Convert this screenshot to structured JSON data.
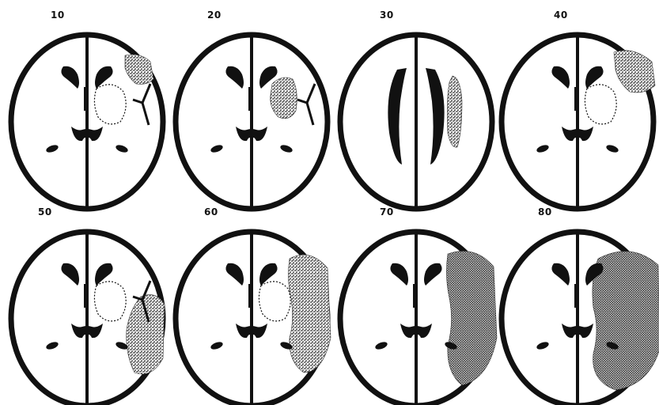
{
  "figure": {
    "panels": [
      {
        "label": "10",
        "lesion": "small-frontal",
        "ventricle_style": "standard"
      },
      {
        "label": "20",
        "lesion": "deep-insular",
        "ventricle_style": "standard"
      },
      {
        "label": "30",
        "lesion": "periventricular",
        "ventricle_style": "body"
      },
      {
        "label": "40",
        "lesion": "frontal-cortical",
        "ventricle_style": "standard"
      },
      {
        "label": "50",
        "lesion": "temporal-posterior",
        "ventricle_style": "standard"
      },
      {
        "label": "60",
        "lesion": "fronto-temporal",
        "ventricle_style": "standard"
      },
      {
        "label": "70",
        "lesion": "large-lateral",
        "ventricle_style": "standard"
      },
      {
        "label": "80",
        "lesion": "very-large",
        "ventricle_style": "standard"
      }
    ],
    "colors": {
      "outline": "#111111",
      "lesion_fill": "#2a2a2a",
      "background": "#ffffff"
    }
  }
}
